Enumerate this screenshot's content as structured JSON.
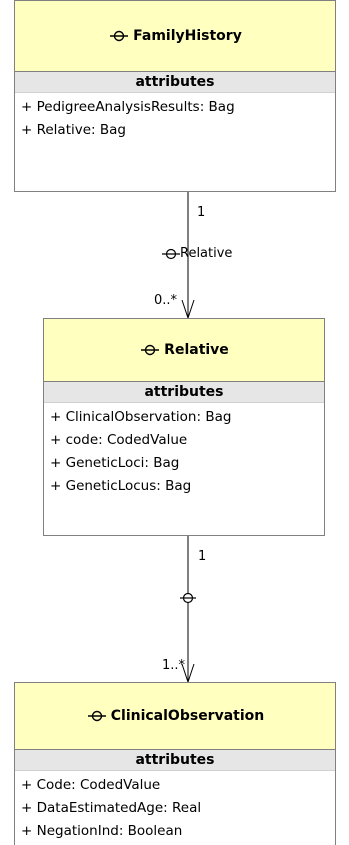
{
  "classes": [
    {
      "name": "FamilyHistory",
      "section_label": "attributes",
      "attributes": [
        "+ PedigreeAnalysisResults: Bag",
        "+ Relative: Bag"
      ]
    },
    {
      "name": "Relative",
      "section_label": "attributes",
      "attributes": [
        "+ ClinicalObservation: Bag",
        "+ code: CodedValue",
        "+ GeneticLoci: Bag",
        "+ GeneticLocus: Bag"
      ]
    },
    {
      "name": "ClinicalObservation",
      "section_label": "attributes",
      "attributes": [
        "+ Code: CodedValue",
        "+ DataEstimatedAge: Real",
        "+ NegationInd: Boolean"
      ]
    }
  ],
  "associations": [
    {
      "label": "Relative",
      "source_multiplicity": "1",
      "target_multiplicity": "0..*"
    },
    {
      "label": "",
      "source_multiplicity": "1",
      "target_multiplicity": "1..*"
    }
  ],
  "icons": {
    "class_icon": "class-connector-icon",
    "association_icon": "association-connector-icon"
  },
  "colors": {
    "class_header": "#ffffc0",
    "section_header": "#e6e6e6",
    "border": "#808080",
    "line": "#000000"
  }
}
